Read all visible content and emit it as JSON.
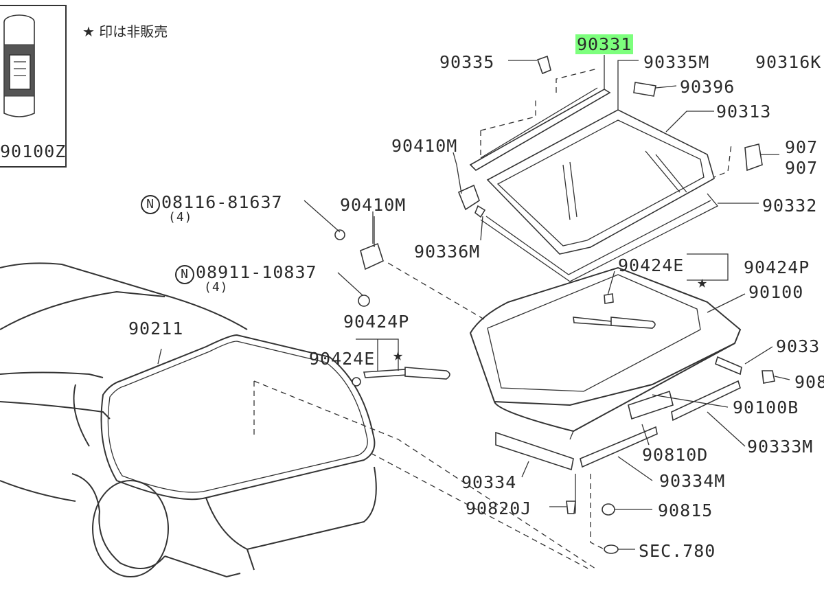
{
  "note": "★ 印は非販売",
  "star": "★",
  "labels": {
    "p90100Z": "90100Z",
    "p90335": "90335",
    "p90331": "90331",
    "p90335M": "90335M",
    "p90316K": "90316K",
    "p90396": "90396",
    "p90313": "90313",
    "p907a": "907",
    "p907b": "907",
    "p90410M_a": "90410M",
    "p08116": "08116-81637",
    "p08116_qty": "(4)",
    "p90410M_b": "90410M",
    "p90332": "90332",
    "p90336M": "90336M",
    "p90424E_a": "90424E",
    "p90424P_a": "90424P",
    "p08911": "08911-10837",
    "p08911_qty": "(4)",
    "p90100": "90100",
    "p90211": "90211",
    "p90424P_b": "90424P",
    "p90424E_b": "90424E",
    "p9033": "9033",
    "p908": "908",
    "p90100B": "90100B",
    "p90810D": "90810D",
    "p90333M": "90333M",
    "p90334": "90334",
    "p90334M": "90334M",
    "p90820J": "90820J",
    "p90815": "90815",
    "pSEC780": "SEC.780"
  },
  "circled_mark": "N",
  "highlight_color": "#7dff7d"
}
